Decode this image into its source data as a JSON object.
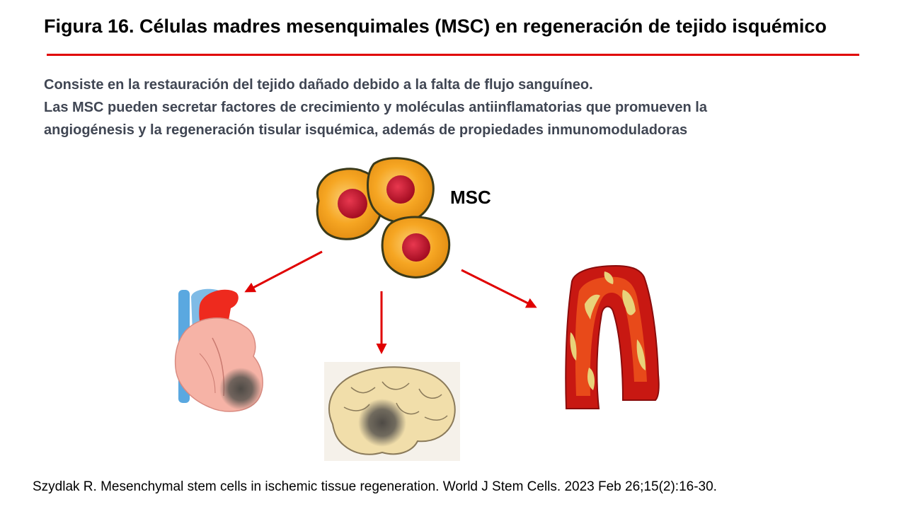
{
  "title": "Figura 16. Células madres mesenquimales (MSC) en regeneración de tejido isquémico",
  "description": {
    "line1": "Consiste en la restauración del tejido dañado debido a la falta de flujo sanguíneo.",
    "line2": "Las MSC pueden secretar factores de crecimiento y moléculas antiinflamatorias que promueven la",
    "line3": "angiogénesis y la regeneración tisular isquémica, además de propiedades inmunomoduladoras"
  },
  "diagram": {
    "source_label": "MSC",
    "targets": [
      "heart-icon",
      "brain-icon",
      "blood-vessel-icon"
    ]
  },
  "citation": "Szydlak R. Mesenchymal stem cells in ischemic tissue regeneration. World J Stem Cells. 2023 Feb 26;15(2):16-30.",
  "colors": {
    "accent": "#e00000",
    "text_body": "#404653",
    "cell_body": "#f6a623",
    "cell_nucleus": "#c8102e",
    "ischemic_spot": "#5a5650"
  }
}
